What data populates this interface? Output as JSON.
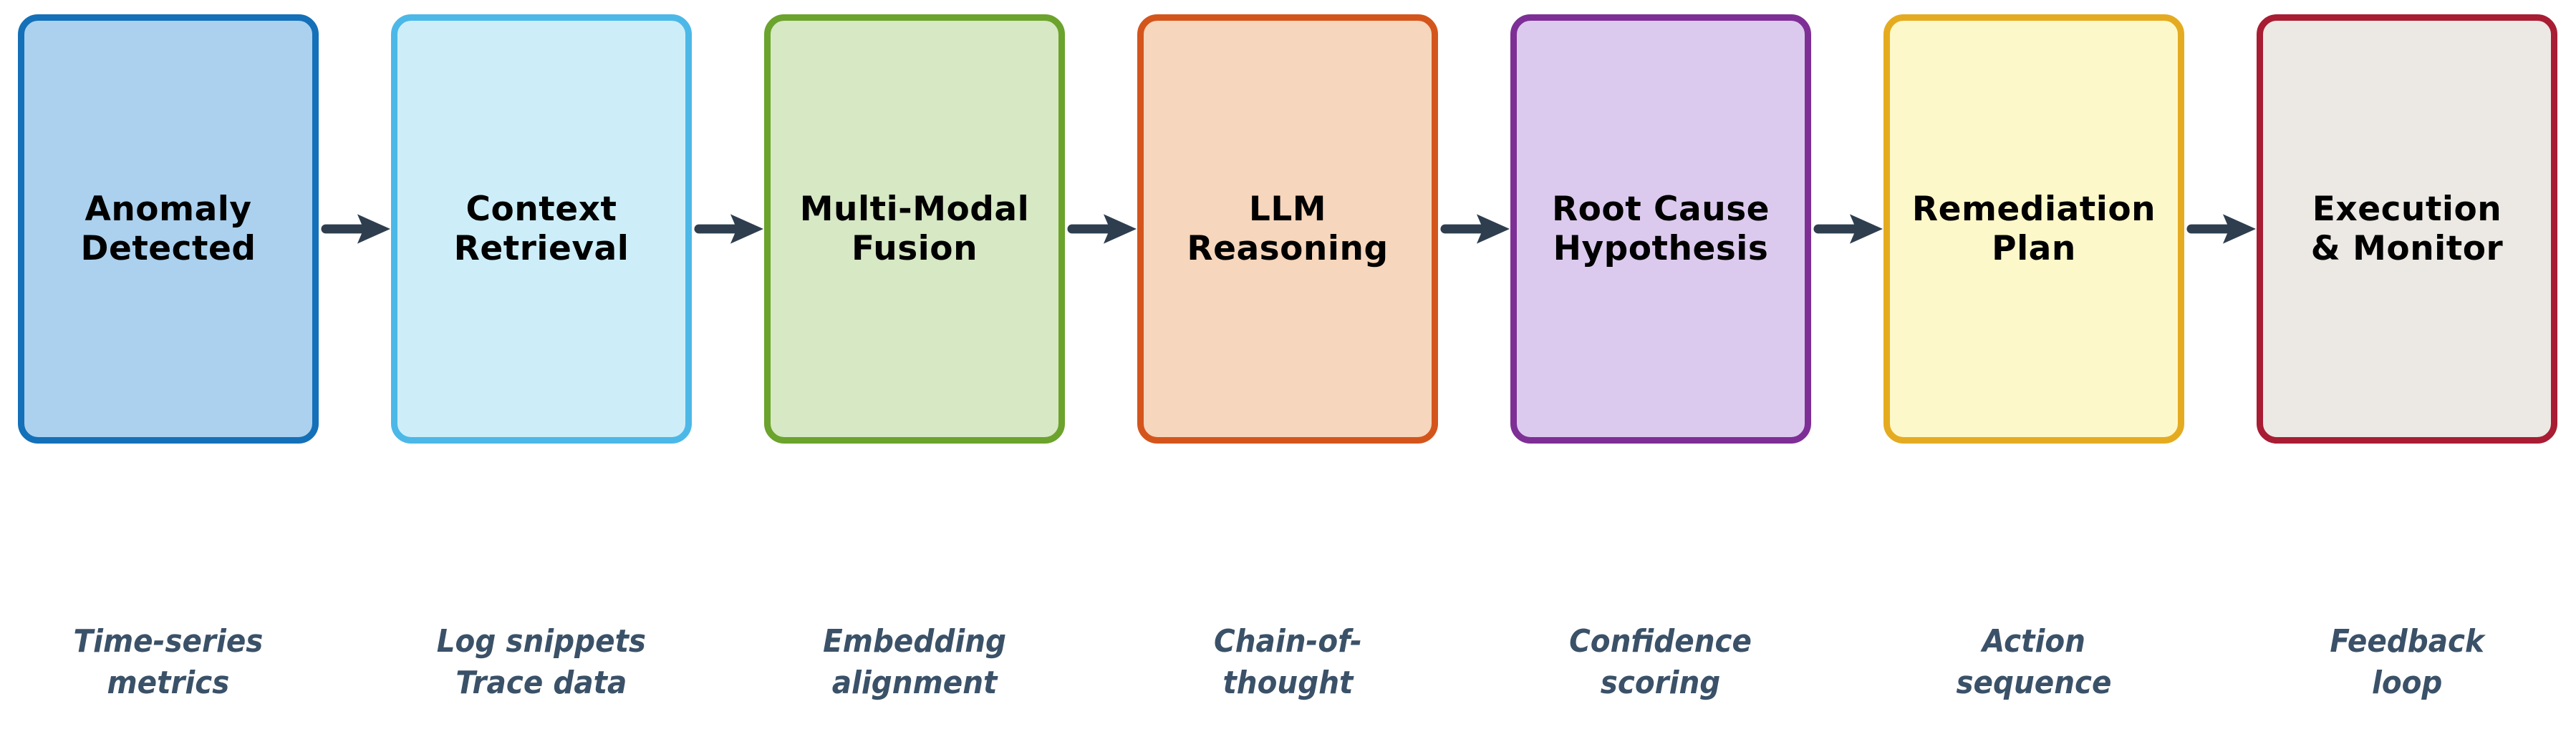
{
  "diagram": {
    "type": "pipeline-flowchart",
    "direction": "left-to-right"
  },
  "colors": {
    "background": "#ffffff",
    "arrow": "#2e3e4f",
    "caption_text": "#3a5168",
    "title_text": "#000000"
  },
  "stages": [
    {
      "title": "Anomaly\nDetected",
      "caption": "Time-series\nmetrics",
      "fill": "#abd1ee",
      "border": "#1470b8"
    },
    {
      "title": "Context\nRetrieval",
      "caption": "Log snippets\nTrace data",
      "fill": "#cdeef8",
      "border": "#4cb8e8"
    },
    {
      "title": "Multi-Modal\nFusion",
      "caption": "Embedding\nalignment",
      "fill": "#d6e8c4",
      "border": "#6ba32c"
    },
    {
      "title": "LLM\nReasoning",
      "caption": "Chain-of-\nthought",
      "fill": "#f6d6bc",
      "border": "#d4551c"
    },
    {
      "title": "Root Cause\nHypothesis",
      "caption": "Confidence\nscoring",
      "fill": "#dccaee",
      "border": "#7e2f96"
    },
    {
      "title": "Remediation\nPlan",
      "caption": "Action\nsequence",
      "fill": "#fdf8c9",
      "border": "#e5ab20"
    },
    {
      "title": "Execution\n& Monitor",
      "caption": "Feedback\nloop",
      "fill": "#ece8e3",
      "border": "#a81d33"
    }
  ]
}
